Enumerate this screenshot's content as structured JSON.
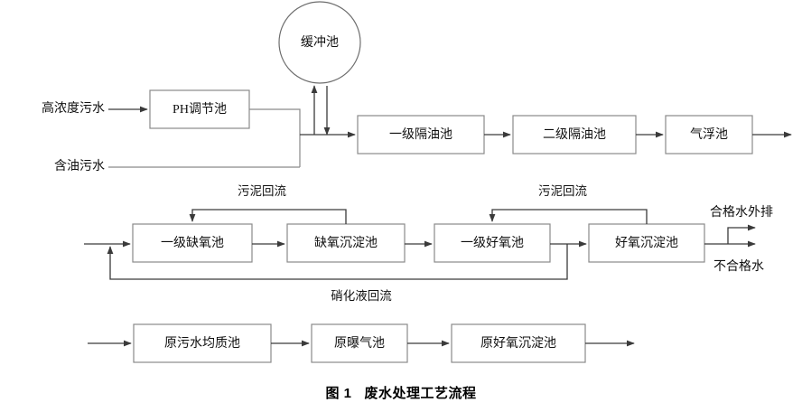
{
  "figure": {
    "caption_number": "图 1",
    "caption_title": "废水处理工艺流程"
  },
  "nodes": {
    "buffer_tank": "缓冲池",
    "ph_tank": "PH调节池",
    "oil_sep_1": "一级隔油池",
    "oil_sep_2": "二级隔油池",
    "flotation": "气浮池",
    "anoxic_1": "一级缺氧池",
    "anoxic_settle": "缺氧沉淀池",
    "aerobic_1": "一级好氧池",
    "aerobic_settle": "好氧沉淀池",
    "raw_equalize": "原污水均质池",
    "raw_aeration": "原曝气池",
    "raw_aerobic_settle": "原好氧沉淀池"
  },
  "inputs": {
    "high_concentration": "高浓度污水",
    "oily_water": "含油污水"
  },
  "outputs": {
    "qualified_water": "合格水外排",
    "unqualified_water": "不合格水"
  },
  "edge_labels": {
    "sludge_return_left": "污泥回流",
    "sludge_return_right": "污泥回流",
    "nitrification_return": "硝化液回流"
  },
  "colors": {
    "box_stroke": "#8a8a8a",
    "line_stroke": "#3a3a3a",
    "text": "#101010",
    "background": "#ffffff"
  }
}
